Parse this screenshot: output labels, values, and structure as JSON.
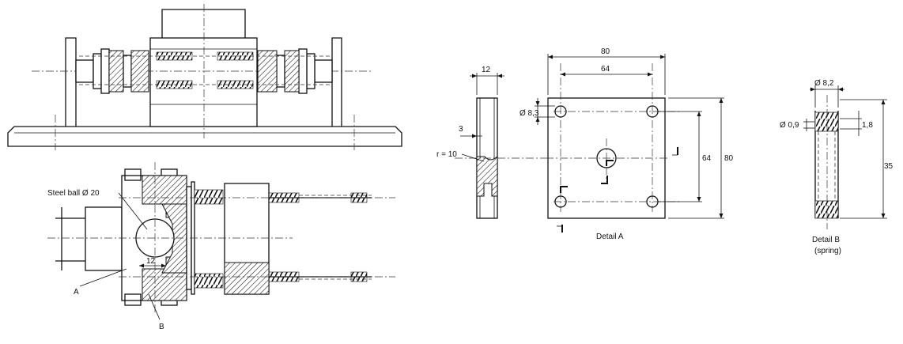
{
  "labels": {
    "steel_ball": "Steel ball Ø 20",
    "callout_a": "A",
    "callout_b": "B",
    "dim_12_main": "12"
  },
  "detail_a": {
    "title": "Detail A",
    "dim_thickness": "12",
    "dim_3": "3",
    "dim_radius": "r = 10",
    "dim_width": "80",
    "dim_hole_spacing_x": "64",
    "dim_hole_dia": "Ø 8,3",
    "dim_hole_spacing_y": "64",
    "dim_height": "80"
  },
  "detail_b": {
    "title": "Detail B",
    "subtitle": "(spring)",
    "dim_outer_dia": "Ø 8,2",
    "dim_wire_dia": "Ø 0,9",
    "dim_pitch": "1,8",
    "dim_length": "35"
  }
}
